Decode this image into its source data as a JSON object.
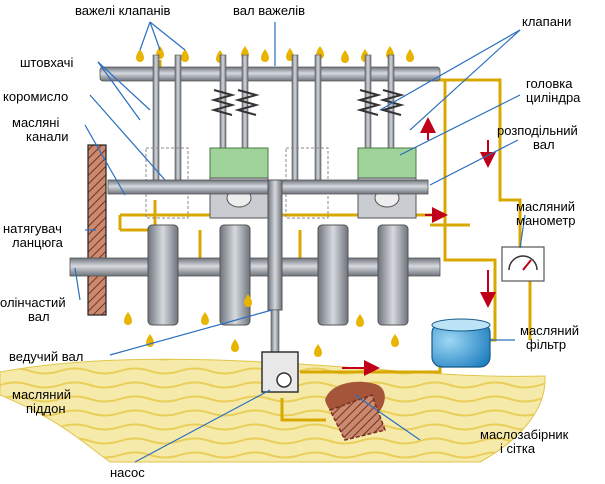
{
  "labels": {
    "rocker_arms": "важелі клапанів",
    "rocker_shaft": "вал важелів",
    "valves": "клапани",
    "pushrods": "штовхачі",
    "rocker": "коромисло",
    "oil_channels_1": "масляні",
    "oil_channels_2": "канали",
    "cylinder_head_1": "головка",
    "cylinder_head_2": "циліндра",
    "camshaft_1": "розподільний",
    "camshaft_2": "вал",
    "oil_gauge_1": "масляний",
    "oil_gauge_2": "манометр",
    "chain_tensioner_1": "натягувач",
    "chain_tensioner_2": "ланцюга",
    "crankshaft_1": "олінчастий",
    "crankshaft_2": "вал",
    "oil_filter_1": "масляний",
    "oil_filter_2": "фільтр",
    "drive_shaft": "ведучий вал",
    "oil_pan_1": "масляний",
    "oil_pan_2": "піддон",
    "oil_pickup_1": "маслозабірник",
    "oil_pickup_2": "і сітка",
    "pump": "насос"
  },
  "colors": {
    "oil": "#e8b400",
    "oil_line": "#d9a800",
    "oil_pan": "#f6eaaa",
    "metal": "#8a8f98",
    "metal_light": "#c9ccd1",
    "piston_green": "#9fd39a",
    "filter_blue": "#3aa0dc",
    "arrow_red": "#c0001a",
    "pickup_brown": "#a4553a"
  }
}
